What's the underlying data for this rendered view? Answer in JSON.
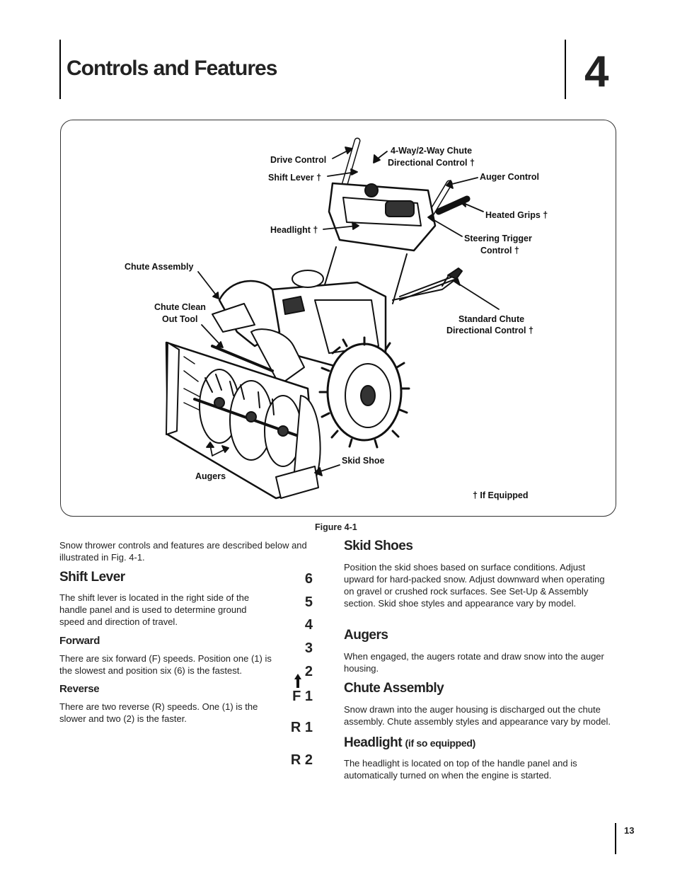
{
  "header": {
    "title": "Controls and Features",
    "chapter": "4"
  },
  "figure": {
    "caption": "Figure 4-1",
    "footnote": "† If Equipped",
    "labels": {
      "drive_control": "Drive Control",
      "chute_dir_1": "4-Way/2-Way Chute",
      "chute_dir_2": "Directional Control †",
      "shift_lever": "Shift Lever †",
      "auger_control": "Auger Control",
      "heated_grips": "Heated Grips †",
      "headlight": "Headlight †",
      "steering_1": "Steering Trigger",
      "steering_2": "Control †",
      "chute_assembly": "Chute Assembly",
      "clean_out_1": "Chute Clean",
      "clean_out_2": "Out Tool",
      "std_chute_1": "Standard Chute",
      "std_chute_2": "Directional Control †",
      "skid_shoe": "Skid Shoe",
      "augers": "Augers"
    }
  },
  "left": {
    "intro": "Snow thrower controls and features are described below and illustrated in Fig. 4-1.",
    "shift_heading": "Shift Lever",
    "shift_body": "The shift lever is located in the right side of the handle panel and is used to determine ground speed and direction of travel.",
    "forward_heading": "Forward",
    "forward_body": "There are six forward (F) speeds. Position one (1) is the slowest and position six (6) is the fastest.",
    "reverse_heading": "Reverse",
    "reverse_body": "There are two reverse (R) speeds. One (1) is the slower and two (2) is the faster.",
    "gears": [
      "6",
      "5",
      "4",
      "3",
      "2",
      "F 1",
      "R 1",
      "R 2"
    ]
  },
  "right": {
    "skid_heading": "Skid Shoes",
    "skid_body": "Position the skid shoes based on surface conditions. Adjust upward for hard-packed snow. Adjust downward when operating on gravel or crushed rock surfaces. See Set-Up & Assembly section. Skid shoe styles and appearance vary by model.",
    "augers_heading": "Augers",
    "augers_body": "When engaged, the augers rotate and draw snow into the auger housing.",
    "chute_heading": "Chute Assembly",
    "chute_body": "Snow drawn into the auger housing is discharged out the chute assembly. Chute assembly styles and appearance vary by model.",
    "headlight_heading": "Headlight",
    "headlight_suffix": "(if so equipped)",
    "headlight_body": "The headlight is located on top of the handle panel and is automatically turned on when the engine is started."
  },
  "footer": {
    "page": "13"
  }
}
